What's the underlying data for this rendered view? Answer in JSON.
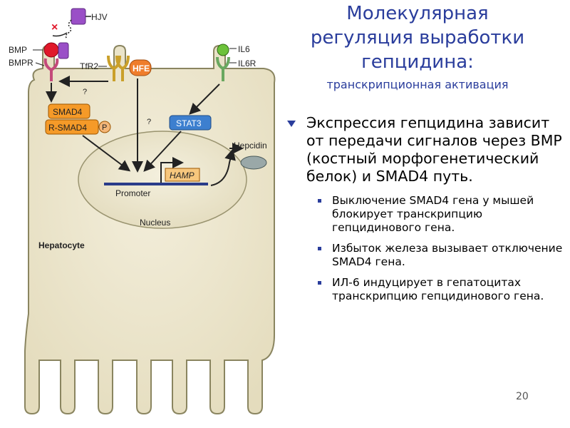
{
  "title": {
    "line1": "Молекулярная",
    "line2": "регуляция выработки",
    "line3": "гепцидина:",
    "subtitle": "транскрипционная  активация"
  },
  "main_bullet": "Экспрессия гепцидина зависит от передачи сигналов через BMP (костный морфогенетический белок) и SMAD4 путь.",
  "sub_bullets": [
    "Выключение SMAD4 гена у мышей блокирует транскрипцию гепцидинового гена.",
    "Избыток железа вызывает отключение SMAD4 гена.",
    "ИЛ-6 индуцирует в гепатоцитах транскрипцию гепцидинового гена."
  ],
  "diagram": {
    "hjv": "HJV",
    "bmp": "BMP",
    "bmpr": "BMPR",
    "tfr2": "TfR2",
    "hfe": "HFE",
    "il6": "IL6",
    "il6r": "IL6R",
    "smad4": "SMAD4",
    "rsmad4": "R-SMAD4",
    "p": "P",
    "stat3": "STAT3",
    "hepcidin": "Hepcidin",
    "hamp": "HAMP",
    "promoter": "Promoter",
    "nucleus": "Nucleus",
    "hepatocyte": "Hepatocyte",
    "q1": "?",
    "q2": "?",
    "x_mark": "×"
  },
  "colors": {
    "cell_fill": "#ece6cf",
    "cell_stroke": "#8a8560",
    "title": "#2a3d9c",
    "smad": "#f59a28",
    "stat3": "#3d7fcf",
    "hfe": "#ef7d2b",
    "bmp_red": "#e0182a",
    "hjv_purple": "#9a4fc7",
    "il6_green": "#6cc23a"
  },
  "page_number": "20"
}
